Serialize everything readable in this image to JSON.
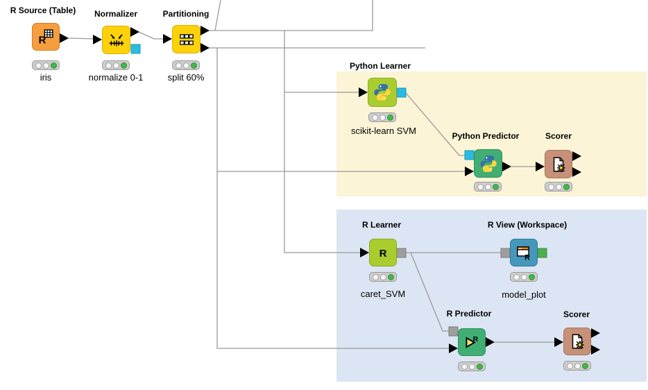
{
  "workflow": {
    "nodes": {
      "r_source": {
        "title": "R Source (Table)",
        "label": "iris"
      },
      "normalizer": {
        "title": "Normalizer",
        "label": "normalize 0-1"
      },
      "partitioning": {
        "title": "Partitioning",
        "label": "split 60%"
      },
      "python_learner": {
        "title": "Python Learner",
        "label": "scikit-learn SVM"
      },
      "python_predictor": {
        "title": "Python Predictor",
        "label": ""
      },
      "scorer_python": {
        "title": "Scorer",
        "label": ""
      },
      "r_learner": {
        "title": "R Learner",
        "label": "caret_SVM"
      },
      "r_view": {
        "title": "R View (Workspace)",
        "label": "model_plot"
      },
      "r_predictor": {
        "title": "R Predictor",
        "label": ""
      },
      "scorer_r": {
        "title": "Scorer",
        "label": ""
      }
    },
    "icons": {
      "r_letter": "R"
    },
    "status_all_nodes": "executed (green light)",
    "colors": {
      "source_orange": "#F59E40",
      "manipulator_yellow": "#FDD20A",
      "learner_lime": "#A9CC2F",
      "predictor_green": "#41AE74",
      "scorer_tan": "#C79078",
      "view_blue": "#4598BB",
      "port_model_cyan": "#2BBBE0",
      "port_workspace_grey": "#9E9E9E",
      "port_image_green": "#4CAF50",
      "annotation_python_bg": "#FBF4D6",
      "annotation_r_bg": "#DCE5F3",
      "wire_grey": "#999999",
      "status_green": "#45B64B"
    },
    "connections": [
      {
        "from": "r_source:data",
        "to": "normalizer:data"
      },
      {
        "from": "normalizer:data",
        "to": "partitioning:data"
      },
      {
        "from": "partitioning:train",
        "to": "python_learner:data"
      },
      {
        "from": "partitioning:train",
        "to": "r_learner:data"
      },
      {
        "from": "partitioning:train",
        "to": "offscreen-top"
      },
      {
        "from": "partitioning:test",
        "to": "python_predictor:data"
      },
      {
        "from": "partitioning:test",
        "to": "r_predictor:data"
      },
      {
        "from": "partitioning:test",
        "to": "dead-end-right"
      },
      {
        "from": "python_learner:model",
        "to": "python_predictor:model"
      },
      {
        "from": "python_predictor:data",
        "to": "scorer_python:data"
      },
      {
        "from": "r_learner:workspace",
        "to": "r_view:workspace"
      },
      {
        "from": "r_learner:workspace",
        "to": "r_predictor:workspace"
      },
      {
        "from": "r_predictor:data",
        "to": "scorer_r:data"
      }
    ]
  }
}
